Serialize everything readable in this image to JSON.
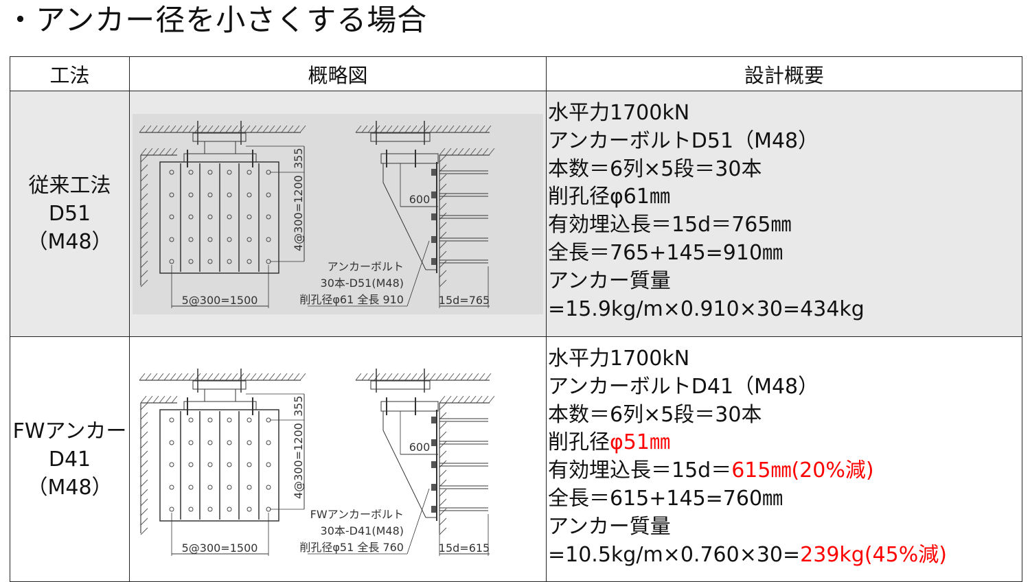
{
  "title": "・アンカー径を小さくする場合",
  "table": {
    "headers": [
      "工法",
      "概略図",
      "設計概要"
    ],
    "rows": [
      {
        "method": [
          "従来工法",
          "D51",
          "（M48）"
        ],
        "diagram": {
          "dim_top": "355",
          "dim_vertical": "4@300=1200",
          "dim_bottom": "5@300=1500",
          "dim_offset": "600",
          "bolt_label": [
            "アンカーボルト",
            "30本-D51(M48)",
            "削孔径φ61 全長 910"
          ],
          "dim_embed": "15d=765"
        },
        "spec": [
          [
            {
              "text": "水平力1700kN",
              "red": false
            }
          ],
          [
            {
              "text": "アンカーボルトD51（M48）",
              "red": false
            }
          ],
          [
            {
              "text": "本数＝6列×5段＝30本",
              "red": false
            }
          ],
          [
            {
              "text": "削孔径φ61㎜",
              "red": false
            }
          ],
          [
            {
              "text": "有効埋込長＝15d＝765㎜",
              "red": false
            }
          ],
          [
            {
              "text": "全長＝765+145=910㎜",
              "red": false
            }
          ],
          [
            {
              "text": "アンカー質量",
              "red": false
            }
          ],
          [
            {
              "text": "=15.9kg/m×0.910×30=434kg",
              "red": false
            }
          ]
        ]
      },
      {
        "method": [
          "FWアンカー",
          "D41",
          "（M48）"
        ],
        "diagram": {
          "dim_top": "355",
          "dim_vertical": "4@300=1200",
          "dim_bottom": "5@300=1500",
          "dim_offset": "600",
          "bolt_label": [
            "FWアンカーボルト",
            "30本-D41(M48)",
            "削孔径φ51 全長 760"
          ],
          "dim_embed": "15d=615"
        },
        "spec": [
          [
            {
              "text": "水平力1700kN",
              "red": false
            }
          ],
          [
            {
              "text": "アンカーボルトD41（M48）",
              "red": false
            }
          ],
          [
            {
              "text": "本数＝6列×5段＝30本",
              "red": false
            }
          ],
          [
            {
              "text": "削孔径",
              "red": false
            },
            {
              "text": "φ51㎜",
              "red": true
            }
          ],
          [
            {
              "text": "有効埋込長＝15d＝",
              "red": false
            },
            {
              "text": "615㎜(20%減)",
              "red": true
            }
          ],
          [
            {
              "text": "全長＝615+145=760㎜",
              "red": false
            }
          ],
          [
            {
              "text": "アンカー質量",
              "red": false
            }
          ],
          [
            {
              "text": "=10.5kg/m×0.760×30=",
              "red": false
            },
            {
              "text": "239kg(45%減)",
              "red": true
            }
          ]
        ]
      }
    ]
  },
  "colors": {
    "accent_red": "#ff0000",
    "row_gray": "#e9e9e9"
  }
}
